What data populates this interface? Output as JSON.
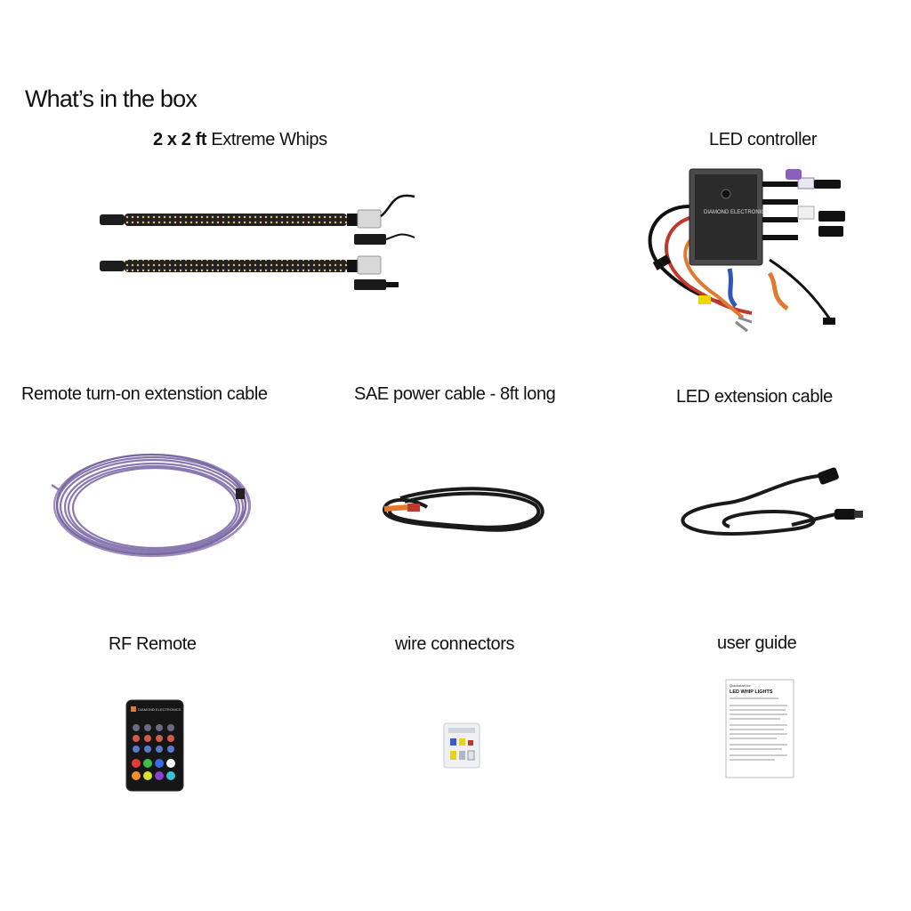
{
  "page": {
    "heading": "What’s in the box"
  },
  "items": [
    {
      "label_bold": "2 x 2 ft",
      "label": " Extreme Whips",
      "icon": "whip-lights-image"
    },
    {
      "label": "LED controller",
      "icon": "led-controller-image"
    },
    {
      "label": "Remote turn-on extenstion cable",
      "icon": "purple-cable-coil-image"
    },
    {
      "label": "SAE power cable - 8ft long",
      "icon": "sae-cable-image"
    },
    {
      "label": "LED extension cable",
      "icon": "extension-cable-image"
    },
    {
      "label": "RF Remote",
      "icon": "rf-remote-image"
    },
    {
      "label": "wire connectors",
      "icon": "wire-connectors-bag-image"
    },
    {
      "label": "user guide",
      "icon": "user-guide-image"
    }
  ],
  "controller": {
    "brand": "DIAMOND ELECTRONICS"
  },
  "remote": {
    "brand": "DIAMOND ELECTRONICS"
  },
  "guide": {
    "title_small": "Quickstart for",
    "title": "LED WHIP LIGHTS"
  },
  "colors": {
    "cable_purple": "#8a78b0",
    "cable_black": "#1a1a1a",
    "wire_red": "#c0392b",
    "wire_orange": "#e07a2e"
  }
}
